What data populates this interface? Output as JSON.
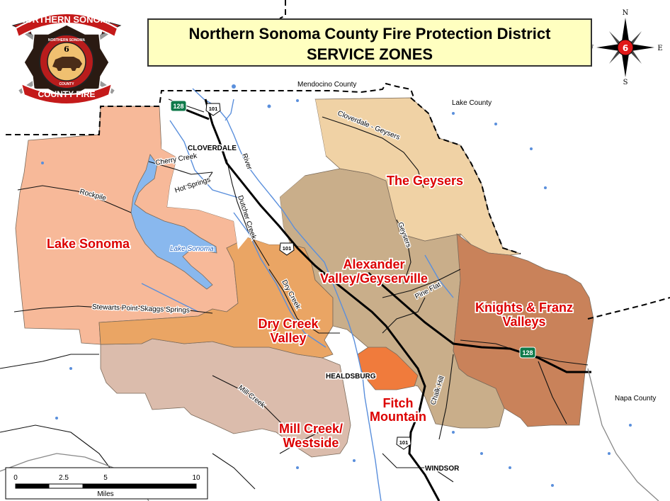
{
  "title": {
    "line1": "Northern Sonoma County Fire Protection District",
    "line2": "SERVICE ZONES"
  },
  "logo": {
    "top_text": "NORTHERN SONOMA",
    "bottom_text": "COUNTY FIRE",
    "ring_top": "NORTHERN SONOMA",
    "ring_bottom": "COUNTY",
    "number": "6",
    "icon": "bear-fire-badge-icon"
  },
  "compass": {
    "north": "N",
    "south": "S",
    "east": "E",
    "west": "W",
    "center_number": "6",
    "icon": "compass-rose-icon"
  },
  "counties": {
    "mendocino": "Mendocino County",
    "lake": "Lake County",
    "napa": "Napa County"
  },
  "zones": {
    "lake_sonoma": "Lake Sonoma",
    "geysers": "The Geysers",
    "alexander_1": "Alexander",
    "alexander_2": "Valley/Geyserville",
    "knights_1": "Knights & Franz",
    "knights_2": "Valleys",
    "dry_creek_1": "Dry Creek",
    "dry_creek_2": "Valley",
    "fitch_1": "Fitch",
    "fitch_2": "Mountain",
    "mill_1": "Mill Creek/",
    "mill_2": "Westside"
  },
  "towns": {
    "cloverdale": "CLOVERDALE",
    "healdsburg": "HEALDSBURG",
    "windsor": "WINDSOR"
  },
  "roads": {
    "cherry_creek": "Cherry Creek",
    "hot_springs": "Hot Springs",
    "rockpile": "Rockpile",
    "river": "River",
    "dutcher_creek": "Dutcher Creek",
    "cloverdale_geysers": "Cloverdale - Geysers",
    "geysers": "Geysers",
    "pine_flat": "Pine Flat",
    "dry_creek": "Dry Creek",
    "stewarts_point": "Stewarts Point-Skaggs Springs",
    "mill_creek": "Mill Creek",
    "chalk_hill": "Chalk Hill"
  },
  "water": {
    "lake_sonoma": "Lake Sonoma"
  },
  "highways": {
    "hwy128_north": "128",
    "hwy101_north": "101",
    "hwy101_mid": "101",
    "hwy128_east": "128",
    "hwy101_south": "101"
  },
  "scale_bar": {
    "ticks": [
      "0",
      "2.5",
      "5",
      "10"
    ],
    "unit": "Miles"
  },
  "colors": {
    "lake_sonoma_zone": "#f7b999",
    "geysers_zone": "#f0d2a5",
    "alexander_zone": "#c9ae8a",
    "knights_zone": "#c9825a",
    "dry_creek_zone": "#eaa564",
    "fitch_zone": "#f07b3c",
    "mill_creek_zone": "#dbbcac",
    "zone_label": "#dc0000",
    "water": "#89b8ee",
    "title_bg": "#ffffc0"
  }
}
